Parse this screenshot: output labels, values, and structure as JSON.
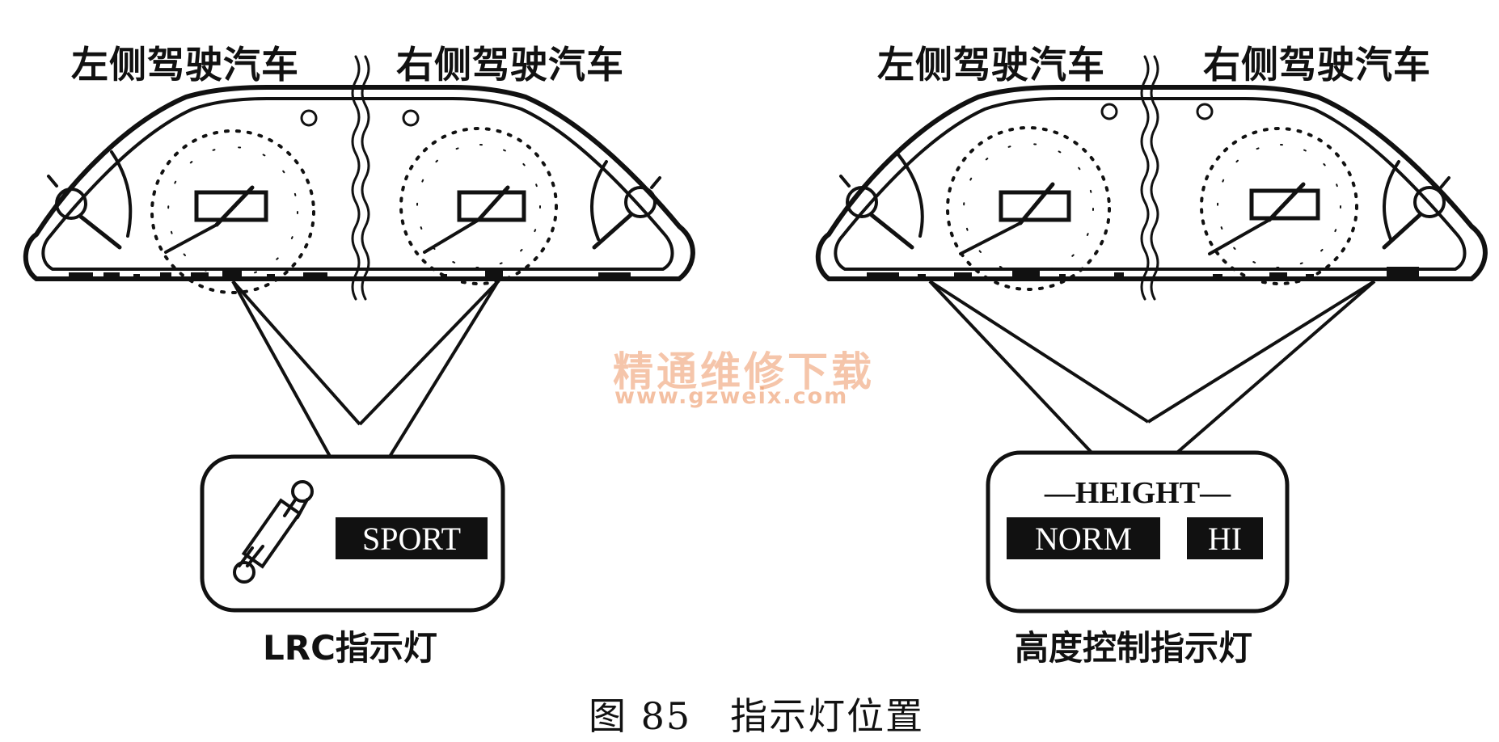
{
  "labels": {
    "left_panel": {
      "left_drive": "左侧驾驶汽车",
      "right_drive": "右侧驾驶汽车"
    },
    "right_panel": {
      "left_drive": "左侧驾驶汽车",
      "right_drive": "右侧驾驶汽车"
    }
  },
  "lrc_box": {
    "sport_text": "SPORT",
    "caption": "LRC指示灯"
  },
  "height_box": {
    "header_text": "—HEIGHT—",
    "norm_text": "NORM",
    "hi_text": "HI",
    "caption": "高度控制指示灯"
  },
  "figure_caption": "图 85　指示灯位置",
  "watermark": {
    "text": "精通维修下载",
    "url": "www.gzweix.com",
    "color": "#ec9664"
  },
  "colors": {
    "ink": "#111111",
    "background": "#ffffff"
  }
}
